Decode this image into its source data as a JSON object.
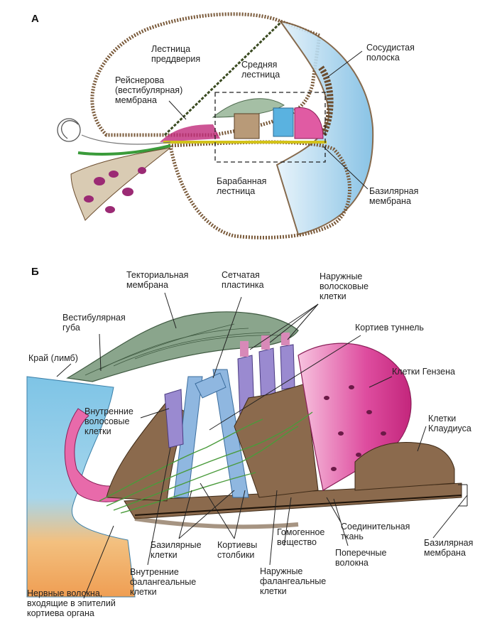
{
  "panel_a": {
    "letter": "А",
    "labels": {
      "scala_vestibuli": "Лестница\nпреддверия",
      "scala_media": "Средняя\nлестница",
      "reissner": "Рейснерова\n(вестибулярная)\nмембрана",
      "stria": "Сосудистая\nполоска",
      "scala_tympani": "Барабанная\nлестница",
      "basilar": "Базилярная\nмембрана"
    }
  },
  "panel_b": {
    "letter": "Б",
    "labels": {
      "tectorial": "Текториальная\nмембрана",
      "reticular": "Сетчатая\nпластинка",
      "outer_hair": "Наружные\nволосковые\nклетки",
      "vestib_lip": "Вестибулярная\nгуба",
      "tunnel": "Кортиев туннель",
      "limbus": "Край (лимб)",
      "hensen": "Клетки Гензена",
      "inner_hair": "Внутренние\nволосовые\nклетки",
      "claudius": "Клетки\nКлаудиуса",
      "basal_cells": "Базилярные\nклетки",
      "pillars": "Кортиевы\nстолбики",
      "homogeneous": "Гомогенное\nвещество",
      "connective": "Соединительная\nткань",
      "basilar": "Базилярная\nмембрана",
      "inner_phal": "Внутренние\nфалангеальные\nклетки",
      "outer_phal": "Наружные\nфалангеальные\nклетки",
      "transverse": "Поперечные\nволокна",
      "nerve": "Нервные волокна,\nвходящие в эпителий\nкортиева органа"
    }
  },
  "colors": {
    "bone": "#8a6a45",
    "tectorial": "#8aa58c",
    "pillar": "#8fb7e0",
    "hensen": "#d83f96",
    "hair_cell": "#9a8ad0",
    "support": "#8b6a4d",
    "nerve": "#4a9b3b",
    "limbus_blue": "#7ec4e6",
    "limbus_orange": "#f0a35a"
  }
}
